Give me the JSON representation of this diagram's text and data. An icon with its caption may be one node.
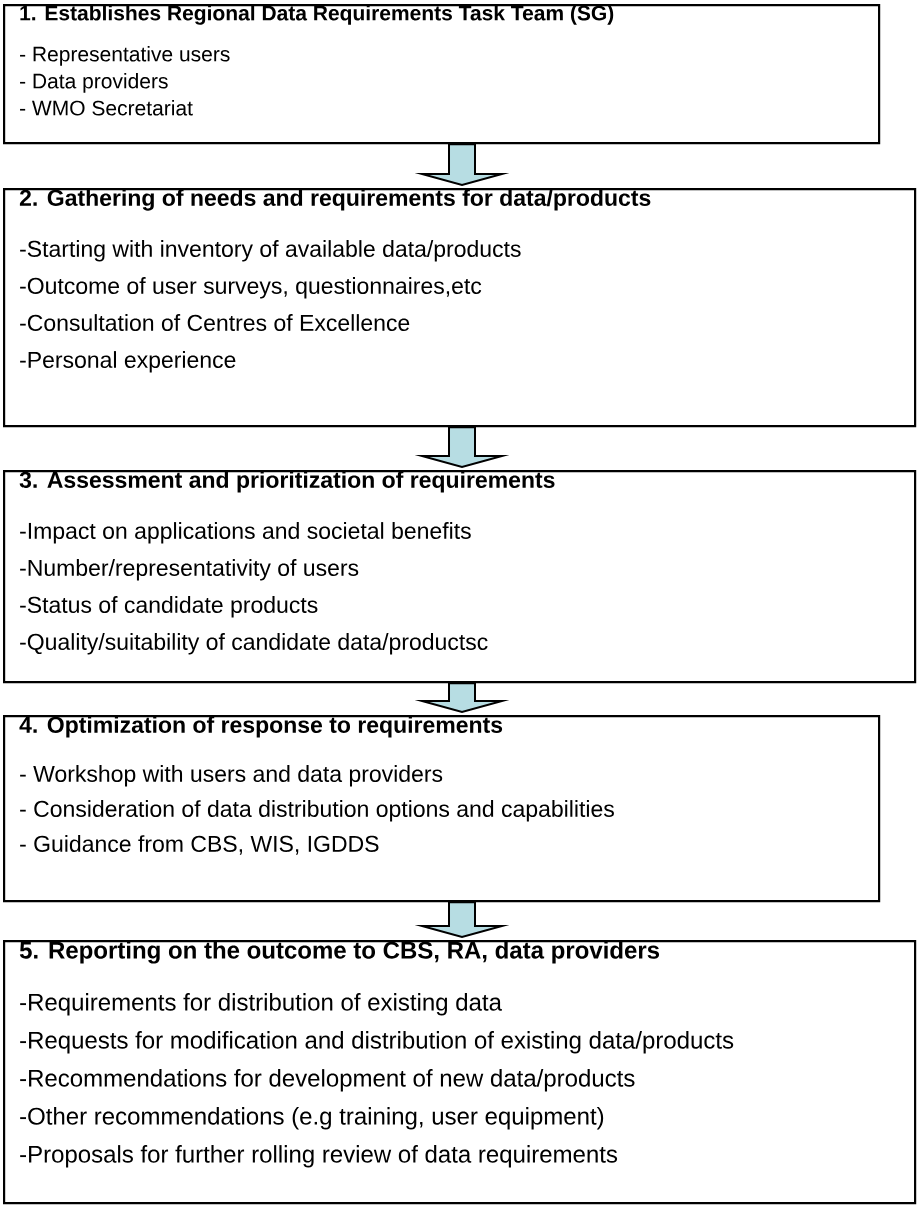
{
  "diagram": {
    "nodes": [
      {
        "text": [
          "1.  Establishes Regional Data Requirements Task Team (SG)",
          "- Representative users",
          "- Data providers",
          "- WMO Secretariat"
        ]
      },
      {
        "text": [
          "2. Gathering of needs and requirements for data/products",
          "-Starting with inventory of available data/products",
          "-Outcome of user surveys, questionnaires,etc",
          "-Consultation of Centres of Excellence",
          "-Personal experience"
        ]
      },
      {
        "text": [
          "3. Assessment and prioritization of requirements",
          "-Impact on applications and societal benefits",
          "-Number/representativity of users",
          "-Status of candidate products",
          "-Quality/suitability of candidate data/productsc"
        ]
      },
      {
        "text": [
          "4. Optimization of response to requirements",
          "- Workshop with users and data providers",
          "- Consideration of data distribution options and capabilities",
          "- Guidance from CBS, WIS, IGDDS"
        ]
      },
      {
        "text": [
          "5. Reporting on the outcome to CBS, RA, data providers",
          "-Requirements for distribution of existing data",
          "-Requests for modification and distribution of existing data/products",
          "-Recommendations for development of new data/products",
          "-Other recommendations  (e.g training, user equipment)",
          "-Proposals for further rolling review of data requirements"
        ]
      }
    ],
    "edges": [
      {
        "from": 0,
        "to": 1,
        "arrow": "to"
      },
      {
        "from": 1,
        "to": 2,
        "arrow": "to"
      },
      {
        "from": 2,
        "to": 3,
        "arrow": "to"
      },
      {
        "from": 3,
        "to": 4,
        "arrow": "to"
      }
    ]
  }
}
